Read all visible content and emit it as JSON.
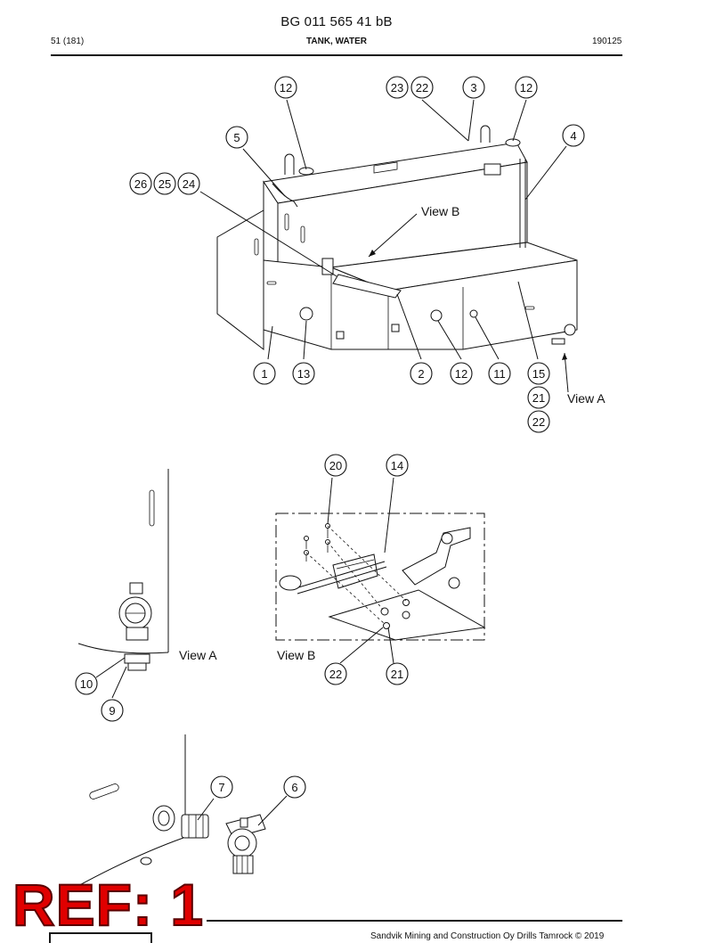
{
  "header": {
    "document_number": "BG 011 565 41 bB",
    "page": "51 (181)",
    "section_title": "TANK, WATER",
    "date_code": "190125"
  },
  "footer": {
    "copyright": "Sandvik Mining and Construction Oy Drills Tamrock © 2019"
  },
  "stamp": {
    "text": "REF: 1",
    "color": "#e00000"
  },
  "views": {
    "view_a": "View A",
    "view_b": "View B"
  },
  "callouts": {
    "main_top": [
      "12",
      "23",
      "22",
      "3",
      "12",
      "5",
      "4",
      "26",
      "25",
      "24"
    ],
    "main_bottom": [
      "1",
      "13",
      "2",
      "12",
      "11",
      "15",
      "21",
      "22"
    ],
    "view_b": [
      "20",
      "14",
      "22",
      "21"
    ],
    "view_a": [
      "10",
      "9"
    ],
    "valve": [
      "7",
      "6"
    ]
  }
}
